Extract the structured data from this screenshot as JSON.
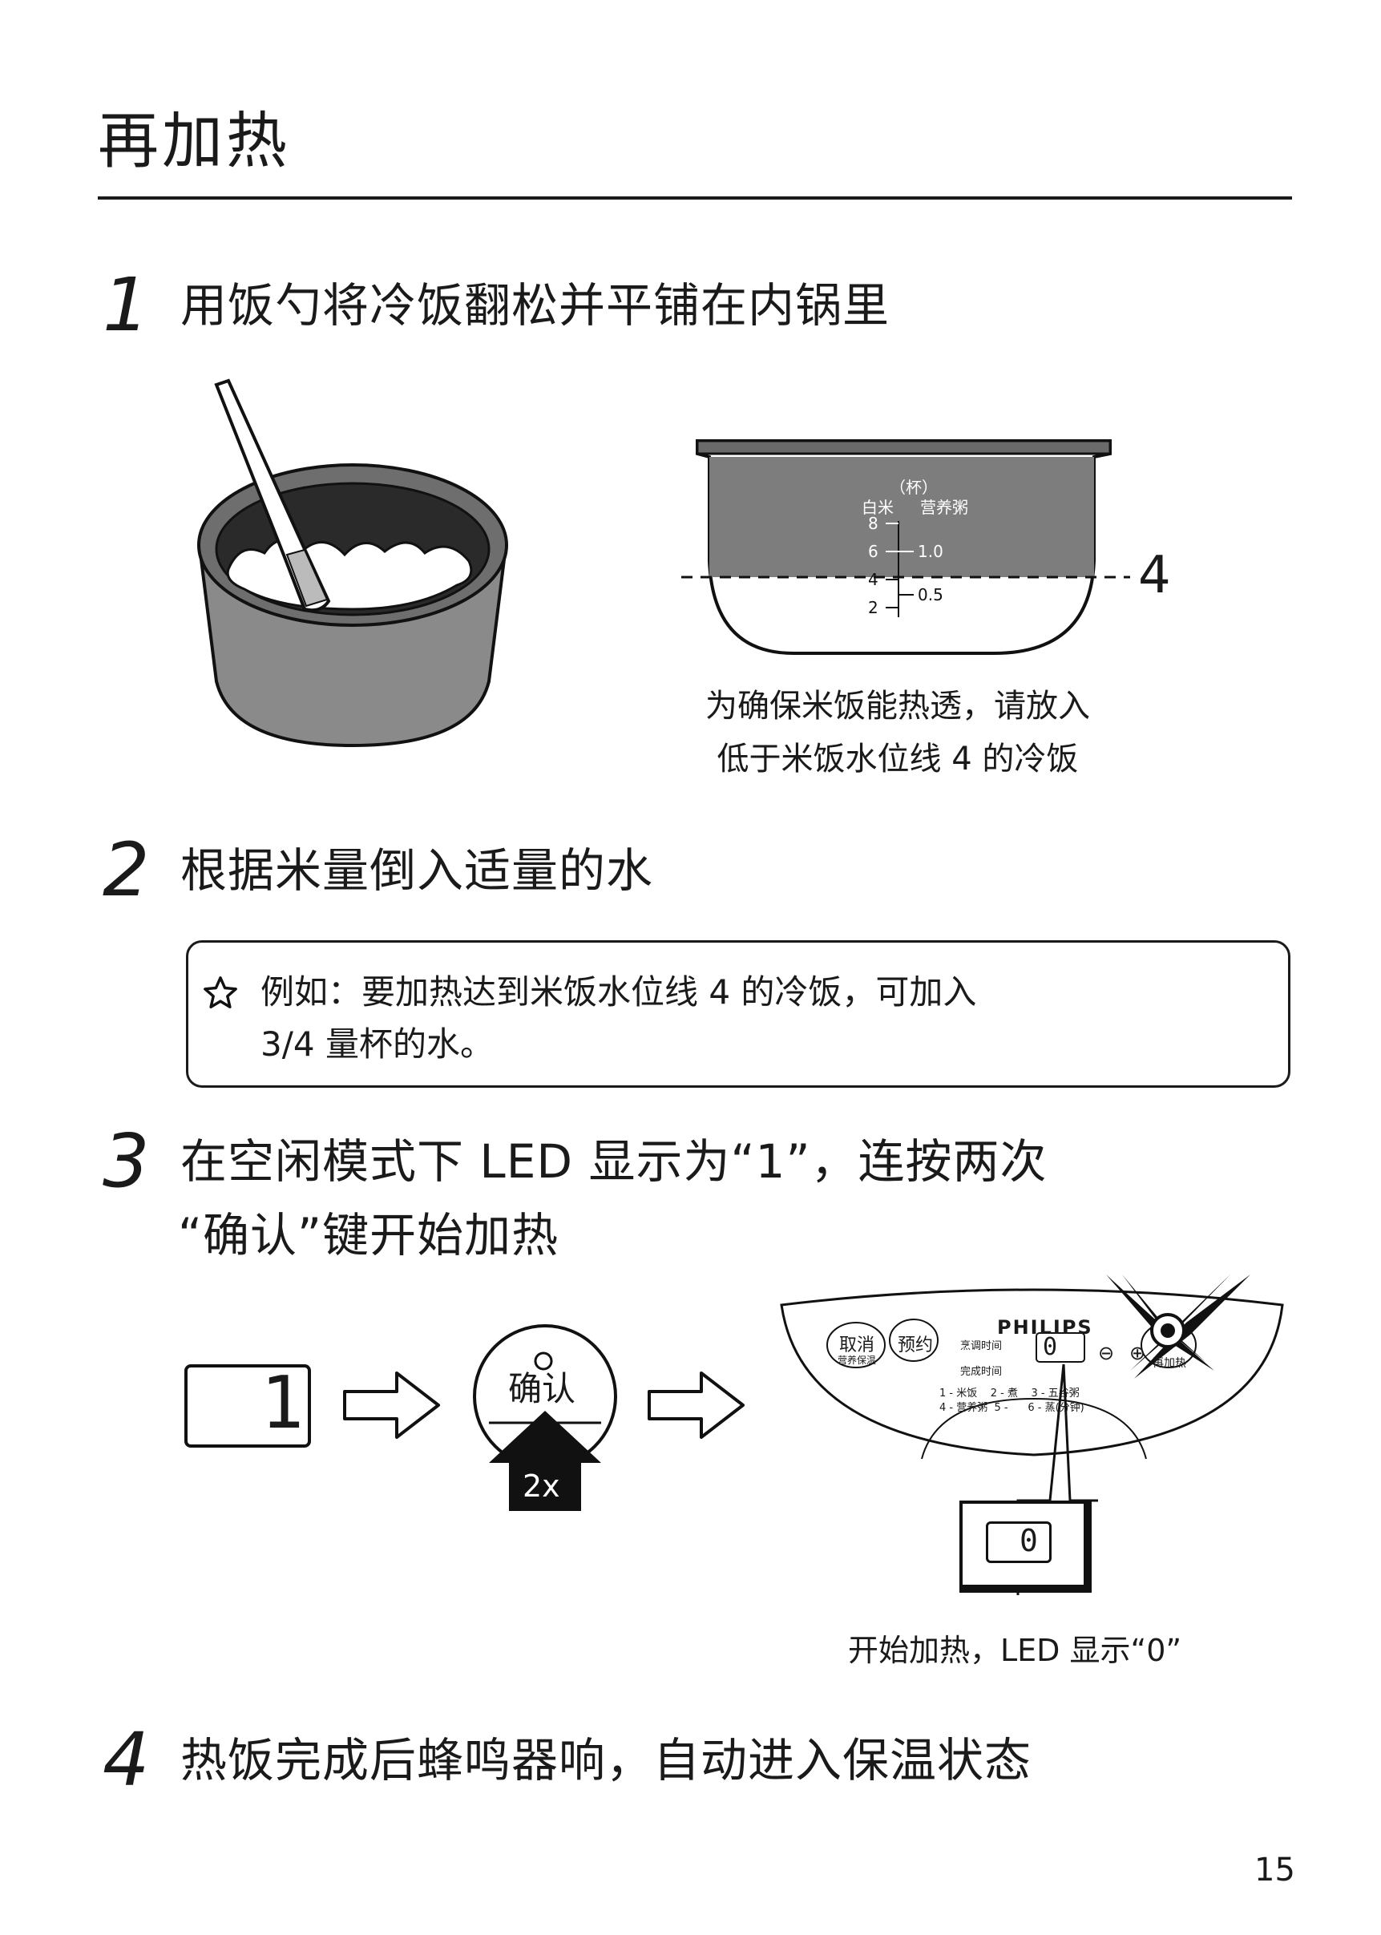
{
  "page_title": "再加热",
  "steps": [
    {
      "num": "1",
      "text": "用饭勺将冷饭翻松并平铺在内锅里"
    },
    {
      "num": "2",
      "text": "根据米量倒入适量的水"
    },
    {
      "num": "3",
      "line1": "在空闲模式下 LED 显示为“1”，连按两次",
      "line2": "“确认”键开始加热"
    },
    {
      "num": "4",
      "text": "热饭完成后蜂鸣器响，自动进入保温状态"
    }
  ],
  "pot_diagram": {
    "unit": "（杯）",
    "col_rice": "白米",
    "col_porridge": "营养粥",
    "ticks_left": [
      "8",
      "6",
      "4",
      "2"
    ],
    "ticks_right": [
      "1.0",
      "0.5"
    ],
    "level_label": "4",
    "caption_line1": "为确保米饭能热透，请放入",
    "caption_line2": "低于米饭水位线 4 的冷饭"
  },
  "note": {
    "icon": "star-icon",
    "line1": "例如：要加热达到米饭水位线 4 的冷饭，可加入",
    "line2": "3/4 量杯的水。"
  },
  "panel": {
    "led_initial": "1",
    "confirm_label": "确认",
    "press_count": "2x",
    "brand": "PHILIPS",
    "btn_cancel": "取消",
    "btn_cancel_sub": "营养保温",
    "btn_preset": "预约",
    "cook_time": "烹调时间",
    "finish_time": "完成时间",
    "led_value": "0",
    "minus": "⊖",
    "plus": "⊕",
    "btn_reheat": "再加热",
    "menu_line1": "1 - 米饭    2 - 煮    3 - 五谷粥",
    "menu_line2": "4 - 营养粥  5 -      6 - 蒸(分钟)",
    "callout_led": "0",
    "caption": "开始加热，LED 显示“0”"
  },
  "page_number": "15"
}
